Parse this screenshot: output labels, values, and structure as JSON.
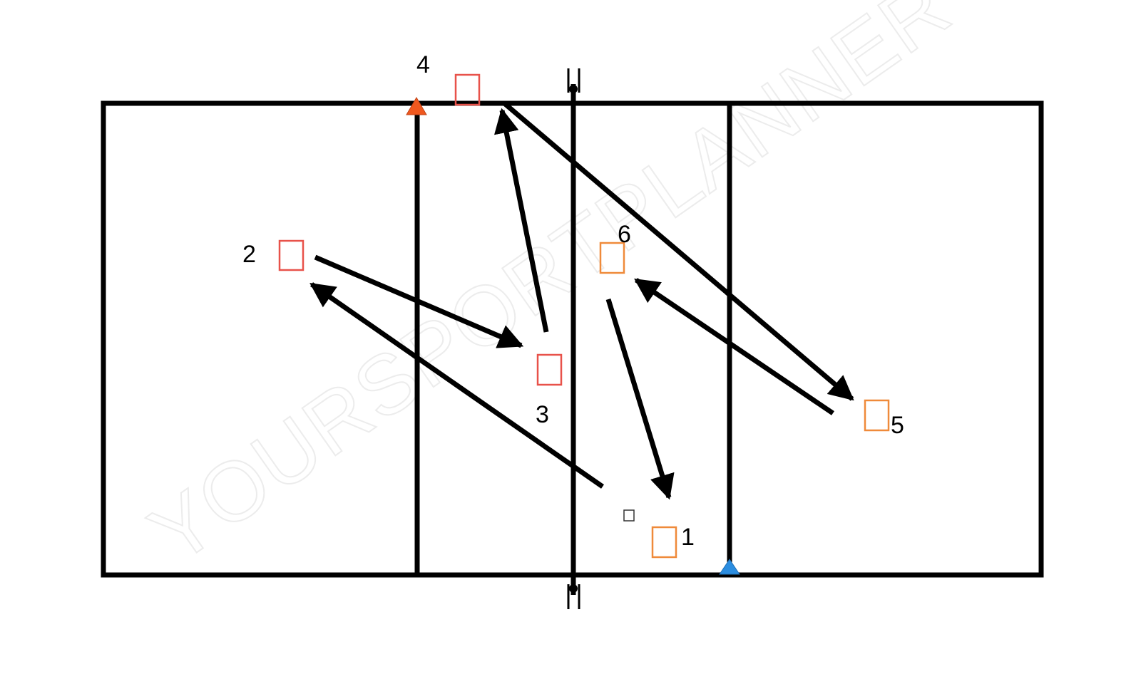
{
  "watermark": "YOURSPORTPLANNER",
  "colors": {
    "lines": "#000000",
    "red_markers": "#e8524a",
    "orange_markers": "#ef8a3a",
    "cone_red": "#f0581e",
    "cone_blue": "#2b8de0",
    "watermark": "#ececec"
  },
  "markers": {
    "red": [
      "player-marker",
      "player-marker",
      "player-marker"
    ],
    "orange": [
      "player-marker",
      "player-marker",
      "player-marker"
    ]
  },
  "labels": {
    "p1": "1",
    "p2": "2",
    "p3": "3",
    "p4": "4",
    "p5": "5",
    "p6": "6"
  },
  "icons": {
    "cone_left": "cone-icon",
    "cone_right": "cone-icon",
    "ball": "ball-icon"
  }
}
